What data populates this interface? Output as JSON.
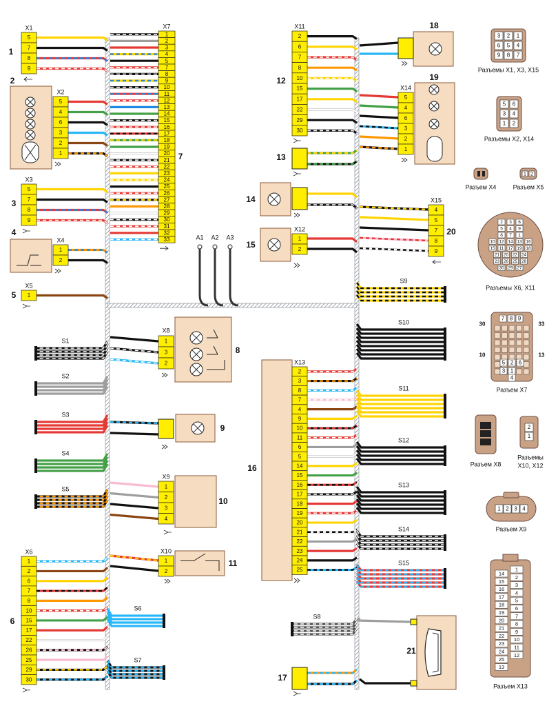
{
  "colors": {
    "pin_fill": "#ffee00",
    "device_fill": "#f6dcc0",
    "device_stroke": "#8a5a3a",
    "connector_fill": "#c9a286",
    "harness": "#9aa0a8",
    "ground": "#333333"
  },
  "connectors": [
    {
      "id": "x1",
      "label": "X1",
      "pins": [
        "5",
        "7",
        "8",
        "9"
      ],
      "wires": [
        [
          "#ffd400"
        ],
        [
          "#111"
        ],
        [
          "#e53935",
          "#1e88e5"
        ],
        [
          "#e53935",
          "#fff"
        ]
      ],
      "end": "arrow-left"
    },
    {
      "id": "x2",
      "label": "X2",
      "pins": [
        "5",
        "4",
        "6",
        "3",
        "2",
        "1"
      ],
      "wires": [
        [
          "#e53935"
        ],
        [
          "#43a047"
        ],
        [
          "#111"
        ],
        [
          "#29b6f6"
        ],
        [
          "#8b4513"
        ],
        [
          "#111",
          "#ff9800"
        ]
      ],
      "end": "double"
    },
    {
      "id": "x3",
      "label": "X3",
      "pins": [
        "5",
        "7",
        "8",
        "9"
      ],
      "wires": [
        [
          "#ffd400"
        ],
        [
          "#111"
        ],
        [
          "#e53935",
          "#1e88e5"
        ],
        [
          "#e53935",
          "#fff"
        ]
      ],
      "end": "fork"
    },
    {
      "id": "x4",
      "label": "X4",
      "pins": [
        "1",
        "2"
      ],
      "wires": [
        [
          "#ff9800",
          "#1e88e5"
        ],
        [
          "#111"
        ]
      ],
      "end": "double"
    },
    {
      "id": "x5",
      "label": "X5",
      "pins": [
        "1"
      ],
      "wires": [
        [
          "#8b4513"
        ]
      ],
      "end": "fork"
    },
    {
      "id": "x7",
      "label": "X7",
      "pins": [
        "1",
        "2",
        "3",
        "4",
        "5",
        "7",
        "8",
        "9",
        "10",
        "11",
        "12",
        "13",
        "14",
        "15",
        "16",
        "17",
        "18",
        "19",
        "20",
        "21",
        "22",
        "23",
        "24",
        "25",
        "26",
        "27",
        "28",
        "29",
        "30",
        "31",
        "32",
        "33"
      ],
      "wires": [
        [
          "#111",
          "#fff"
        ],
        [
          "#9e9e9e"
        ],
        [
          "#e53935"
        ],
        [
          "#ffd400",
          "#1e88e5"
        ],
        [
          "#111"
        ],
        [
          "#e53935",
          "#fff"
        ],
        [
          "#111",
          "#fff"
        ],
        [
          "#ffd400",
          "#1e88e5"
        ],
        [
          "#111",
          "#fff"
        ],
        [
          "#e53935",
          "#1e88e5"
        ],
        [
          "#e53935",
          "#fff"
        ],
        [
          "#1e88e5"
        ],
        [
          "#43a047"
        ],
        [
          "#111",
          "#fff"
        ],
        [
          "#e53935",
          "#fff"
        ],
        [
          "#e53935",
          "#111"
        ],
        [
          "#43a047",
          "#ffd400"
        ],
        [
          "#43a047"
        ],
        [
          "#fff"
        ],
        [
          "#111",
          "#fff"
        ],
        [
          "#e53935",
          "#fff"
        ],
        [
          "#ffd400"
        ],
        [
          "#ffd400",
          "#fff"
        ],
        [
          "#111"
        ],
        [
          "#e53935",
          "#fff"
        ],
        [
          "#111",
          "#ffd400"
        ],
        [
          "#ff9800"
        ],
        [
          "#fff"
        ],
        [
          "#111",
          "#fff"
        ],
        [
          "#e53935",
          "#fff"
        ],
        [
          "#e53935"
        ],
        [
          "#29b6f6",
          "#fff"
        ]
      ],
      "end": "arrow-right"
    },
    {
      "id": "x8",
      "label": "X8",
      "pins": [
        "1",
        "3",
        "2"
      ],
      "wires": [
        [
          "#111"
        ],
        [
          "#111",
          "#fff"
        ],
        [
          "#29b6f6",
          "#fff"
        ]
      ],
      "end": "double"
    },
    {
      "id": "x9",
      "label": "X9",
      "pins": [
        "1",
        "2",
        "3",
        "4"
      ],
      "wires": [
        [
          "#f8bbd0"
        ],
        [
          "#9e9e9e"
        ],
        [
          "#111"
        ],
        [
          "#8b4513"
        ]
      ],
      "end": "fork"
    },
    {
      "id": "x10",
      "label": "X10",
      "pins": [
        "1",
        "2"
      ],
      "wires": [
        [
          "#e53935",
          "#ffd400"
        ],
        [
          "#111"
        ]
      ],
      "end": "double"
    },
    {
      "id": "x6",
      "label": "X6",
      "pins": [
        "1",
        "2",
        "6",
        "7",
        "8",
        "10",
        "15",
        "17",
        "22",
        "26",
        "25",
        "29",
        "30"
      ],
      "wires": [
        [
          "#29b6f6",
          "#fff"
        ],
        [
          "#8b4513"
        ],
        [
          "#ffd400"
        ],
        [
          "#e53935",
          "#111"
        ],
        [
          "#ff9800"
        ],
        [
          "#e53935",
          "#fff"
        ],
        [
          "#43a047"
        ],
        [
          "#e53935"
        ],
        [
          "#fff"
        ],
        [
          "#111",
          "#f8bbd0"
        ],
        [
          "#f8bbd0"
        ],
        [
          "#111",
          "#ffd400"
        ],
        [
          "#111",
          "#29b6f6"
        ]
      ],
      "end": "fork"
    },
    {
      "id": "x11",
      "label": "X11",
      "pins": [
        "2",
        "6",
        "7",
        "8",
        "10",
        "15",
        "17",
        "22",
        "29",
        "30"
      ],
      "wires": [
        [
          "#111"
        ],
        [
          "#ffd400"
        ],
        [
          "#e53935",
          "#fff"
        ],
        [
          "#ff9800"
        ],
        [
          "#ffd400",
          "#fff"
        ],
        [
          "#43a047"
        ],
        [
          "#ffd400"
        ],
        [
          "#fff"
        ],
        [
          "#111"
        ],
        [
          "#111",
          "#fff"
        ]
      ],
      "end": "fork"
    },
    {
      "id": "x14",
      "label": "X14",
      "pins": [
        "5",
        "4",
        "6",
        "3",
        "2",
        "1"
      ],
      "wires": [
        [
          "#e53935"
        ],
        [
          "#43a047"
        ],
        [
          "#111"
        ],
        [
          "#29b6f6",
          "#111"
        ],
        [
          "#ff9800"
        ],
        [
          "#111",
          "#ff9800"
        ]
      ],
      "end": "double"
    },
    {
      "id": "x15",
      "label": "X15",
      "pins": [
        "4",
        "5",
        "7",
        "8",
        "9"
      ],
      "wires": [
        [
          "#111",
          "#ffd400"
        ],
        [
          "#ffd400"
        ],
        [
          "#111"
        ],
        [
          "#f8bbd0",
          "#e53935"
        ],
        [
          "#fff",
          "#111"
        ]
      ],
      "end": "arrow-left"
    },
    {
      "id": "x12",
      "label": "X12",
      "pins": [
        "1",
        "2"
      ],
      "wires": [
        [
          "#e53935"
        ],
        [
          "#111"
        ]
      ],
      "end": "double"
    },
    {
      "id": "x13",
      "label": "X13",
      "pins": [
        "2",
        "3",
        "8",
        "7",
        "4",
        "9",
        "10",
        "11",
        "6",
        "5",
        "14",
        "15",
        "16",
        "17",
        "18",
        "19",
        "20",
        "21",
        "22",
        "23",
        "24",
        "25"
      ],
      "wires": [
        [
          "#e53935",
          "#fff"
        ],
        [
          "#111",
          "#ff9800"
        ],
        [
          "#29b6f6",
          "#fff"
        ],
        [
          "#f8bbd0",
          "#fff"
        ],
        [
          "#8b4513"
        ],
        [
          "#ffd400"
        ],
        [
          "#111",
          "#e53935"
        ],
        [
          "#e53935",
          "#fff"
        ],
        [
          "#9e9e9e"
        ],
        [
          "#fff"
        ],
        [
          "#ffd400"
        ],
        [
          "#43a047"
        ],
        [
          "#e53935",
          "#111"
        ],
        [
          "#111",
          "#fff"
        ],
        [
          "#e53935"
        ],
        [
          "#e53935",
          "#fff"
        ],
        [
          "#ffd400"
        ],
        [
          "#fff",
          "#111"
        ],
        [
          "#9e9e9e"
        ],
        [
          "#e53935"
        ],
        [
          "#111"
        ],
        [
          "#29b6f6",
          "#111"
        ]
      ],
      "end": "double"
    }
  ],
  "callouts": [
    "1",
    "2",
    "3",
    "4",
    "5",
    "6",
    "7",
    "8",
    "9",
    "10",
    "11",
    "12",
    "13",
    "14",
    "15",
    "16",
    "17",
    "18",
    "19",
    "20",
    "21"
  ],
  "splices": [
    {
      "id": "s1",
      "label": "S1",
      "colors": [
        "#111",
        "#fff"
      ]
    },
    {
      "id": "s2",
      "label": "S2",
      "colors": [
        "#9e9e9e"
      ]
    },
    {
      "id": "s3",
      "label": "S3",
      "colors": [
        "#e53935"
      ]
    },
    {
      "id": "s4",
      "label": "S4",
      "colors": [
        "#43a047"
      ]
    },
    {
      "id": "s5",
      "label": "S5",
      "colors": [
        "#111",
        "#ff9800"
      ]
    },
    {
      "id": "s6",
      "label": "S6",
      "colors": [
        "#29b6f6"
      ]
    },
    {
      "id": "s7",
      "label": "S7",
      "colors": [
        "#111",
        "#29b6f6"
      ]
    },
    {
      "id": "s8",
      "label": "S8",
      "colors": [
        "#555"
      ]
    },
    {
      "id": "s9",
      "label": "S9",
      "colors": [
        "#ffd400",
        "#111"
      ]
    },
    {
      "id": "s10",
      "label": "S10",
      "colors": [
        "#111"
      ]
    },
    {
      "id": "s11",
      "label": "S11",
      "colors": [
        "#ffd400"
      ]
    },
    {
      "id": "s12",
      "label": "S12",
      "colors": [
        "#111"
      ]
    },
    {
      "id": "s13",
      "label": "S13",
      "colors": [
        "#111"
      ]
    },
    {
      "id": "s14",
      "label": "S14",
      "colors": [
        "#111",
        "#fff"
      ]
    },
    {
      "id": "s15",
      "label": "S15",
      "colors": [
        "#e53935",
        "#29b6f6"
      ]
    }
  ],
  "grounds": [
    "A1",
    "A2",
    "A3"
  ],
  "legend": [
    {
      "id": "conn-x1-x3-x15",
      "title": "Разъемы X1, X3, X15",
      "pins": [
        "3",
        "2",
        "1",
        "6",
        "5",
        "4",
        "9",
        "8",
        "7"
      ]
    },
    {
      "id": "conn-x2-x14",
      "title": "Разъемы X2, X14",
      "pins": [
        "5",
        "6",
        "3",
        "4",
        "1",
        "2"
      ]
    },
    {
      "id": "conn-x4",
      "title": "Разъем X4",
      "pins": []
    },
    {
      "id": "conn-x5",
      "title": "Разъем X5",
      "pins": [
        "1",
        "2"
      ]
    },
    {
      "id": "conn-x6-x11",
      "title": "Разъемы X6, X11",
      "pins": [
        "2",
        "3",
        "6",
        "5",
        "4",
        "9",
        "8",
        "7",
        "1",
        "10",
        "12",
        "14",
        "13",
        "16",
        "15",
        "11",
        "17",
        "19",
        "18",
        "21",
        "20",
        "22",
        "24",
        "23",
        "26",
        "25",
        "28",
        "30",
        "29",
        "27"
      ]
    },
    {
      "id": "conn-x7",
      "title": "Разъем X7",
      "pins": [
        "7",
        "8",
        "9",
        "30",
        "33",
        "10",
        "13",
        "5",
        "2",
        "6",
        "3",
        "1",
        "4"
      ]
    },
    {
      "id": "conn-x8",
      "title": "Разъем X8",
      "pins": []
    },
    {
      "id": "conn-x10-x12",
      "title": "Разъемы X10, X12",
      "pins": [
        "2",
        "1"
      ]
    },
    {
      "id": "conn-x9",
      "title": "Разъем X9",
      "pins": [
        "1",
        "2",
        "3",
        "4"
      ]
    },
    {
      "id": "conn-x13",
      "title": "Разъем X13",
      "pins": [
        "14",
        "1",
        "15",
        "2",
        "16",
        "3",
        "17",
        "4",
        "18",
        "5",
        "19",
        "6",
        "20",
        "7",
        "21",
        "8",
        "22",
        "9",
        "23",
        "10",
        "24",
        "11",
        "25",
        "12",
        "13"
      ]
    }
  ]
}
